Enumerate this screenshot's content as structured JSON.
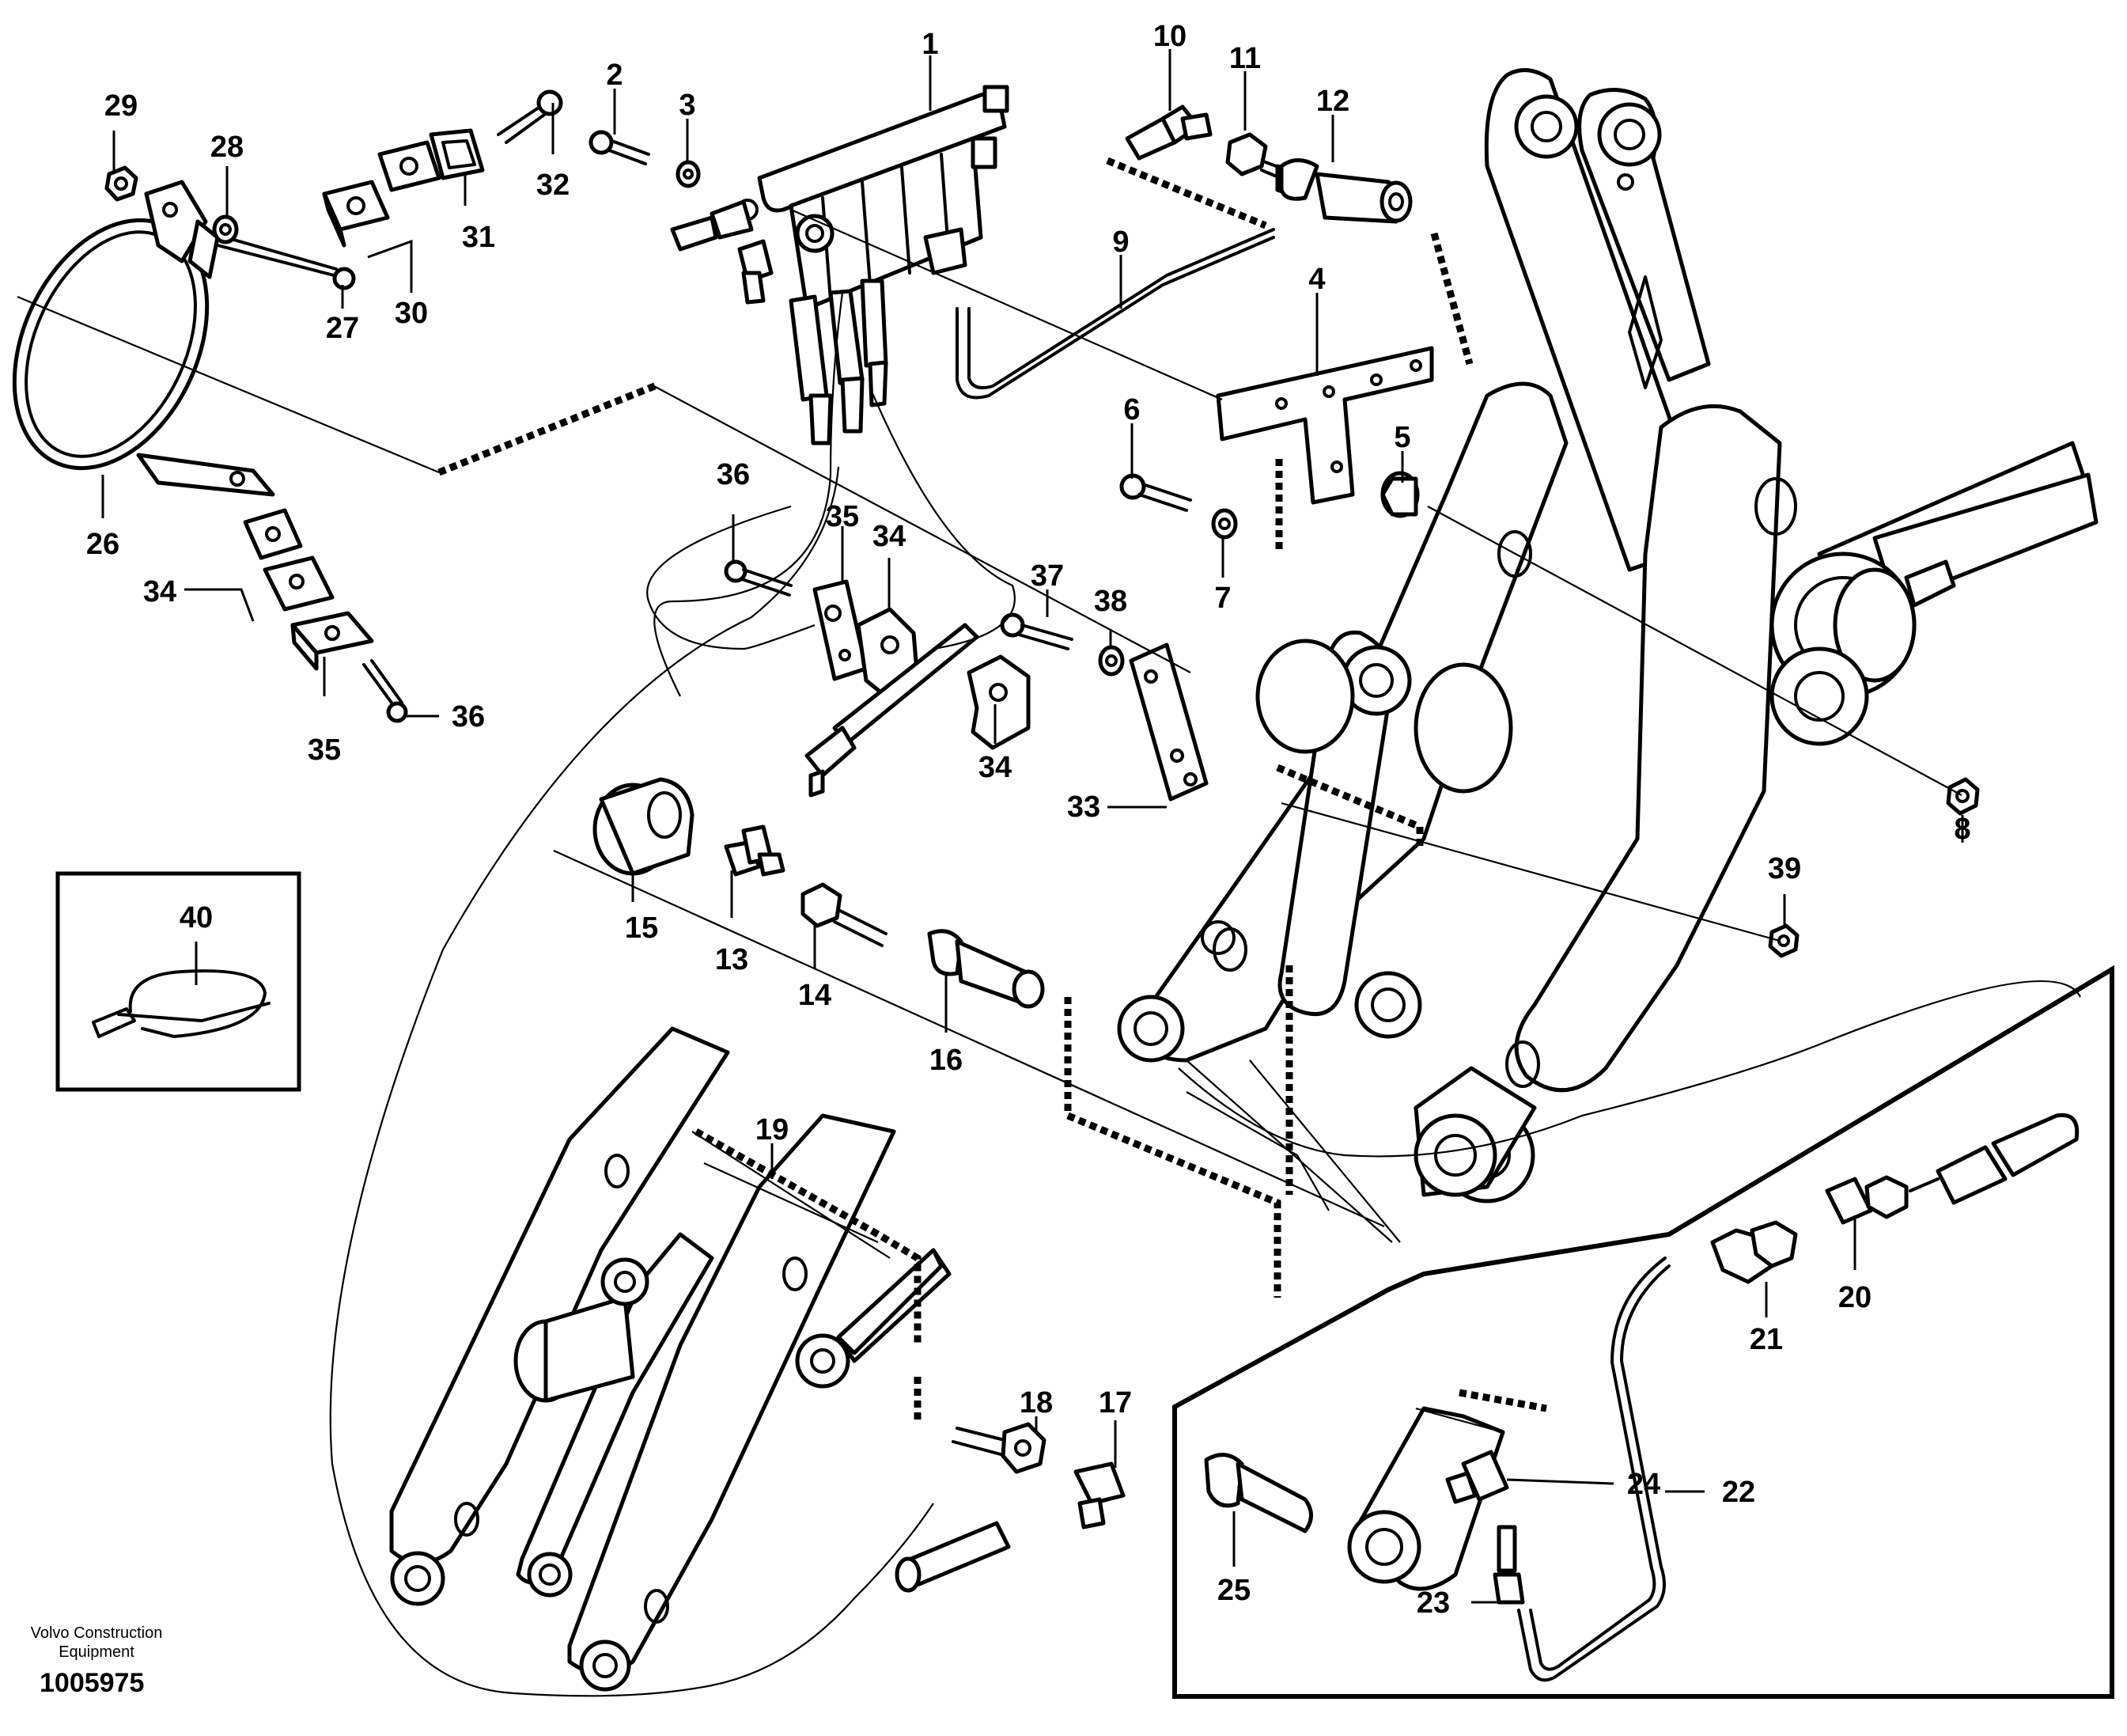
{
  "callouts": [
    "1",
    "2",
    "3",
    "4",
    "5",
    "6",
    "7",
    "8",
    "9",
    "10",
    "11",
    "12",
    "13",
    "14",
    "15",
    "16",
    "17",
    "18",
    "19",
    "20",
    "21",
    "22",
    "23",
    "24",
    "25",
    "26",
    "27",
    "28",
    "29",
    "30",
    "31",
    "32",
    "33",
    "34",
    "34",
    "35",
    "35",
    "36",
    "36",
    "37",
    "38",
    "39",
    "40"
  ],
  "footer": {
    "brand_line1": "Volvo Construction",
    "brand_line2": "Equipment",
    "drawing_number": "1005975"
  }
}
